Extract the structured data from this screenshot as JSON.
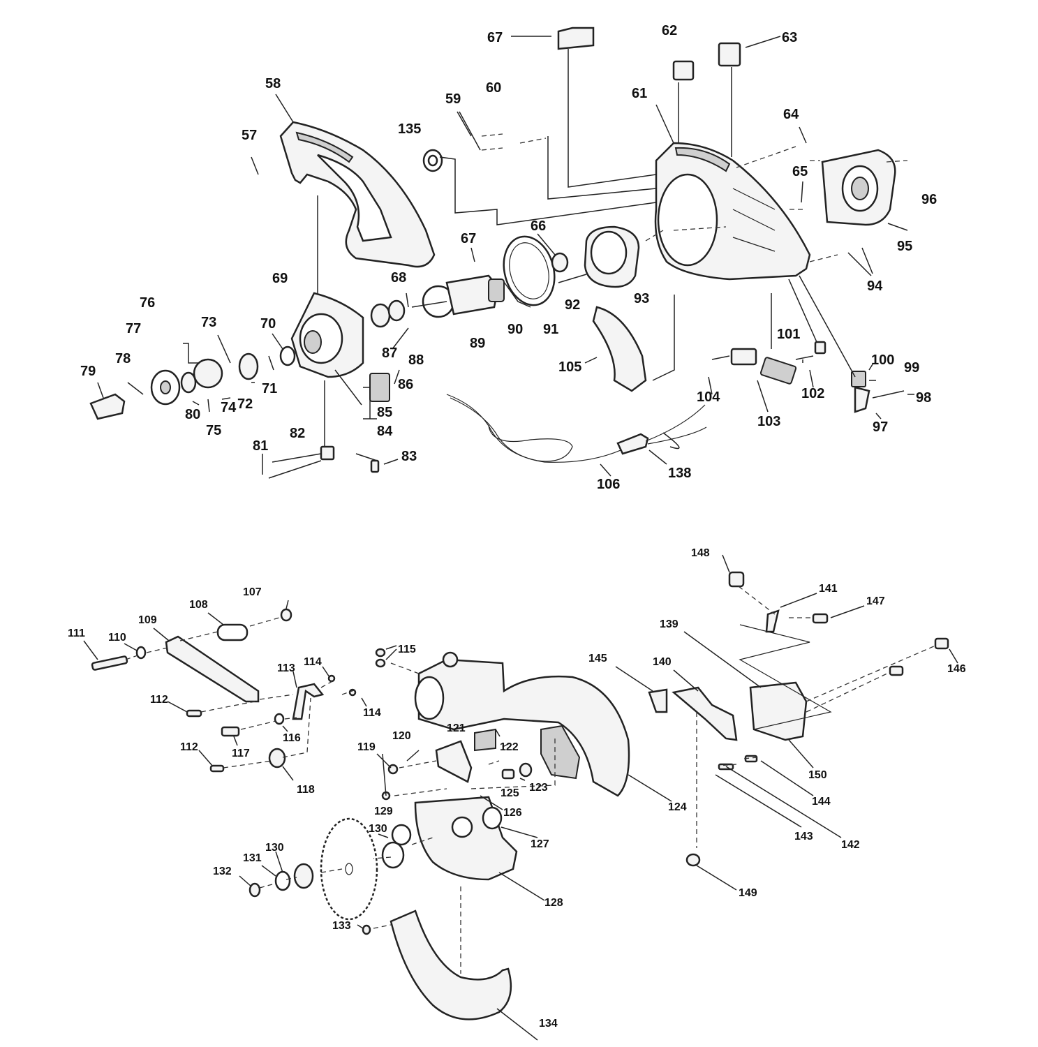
{
  "part_numbers_upper": [
    "57",
    "58",
    "59",
    "60",
    "61",
    "62",
    "63",
    "64",
    "65",
    "66",
    "67",
    "67",
    "68",
    "69",
    "70",
    "71",
    "72",
    "73",
    "74",
    "75",
    "76",
    "77",
    "78",
    "79",
    "80",
    "81",
    "82",
    "83",
    "84",
    "85",
    "86",
    "87",
    "88",
    "89",
    "90",
    "91",
    "92",
    "93",
    "94",
    "95",
    "96",
    "97",
    "98",
    "99",
    "100",
    "101",
    "102",
    "103",
    "104",
    "105",
    "106",
    "135",
    "138"
  ],
  "part_numbers_lower": [
    "107",
    "108",
    "109",
    "110",
    "111",
    "112",
    "112",
    "113",
    "114",
    "114",
    "115",
    "116",
    "117",
    "118",
    "119",
    "120",
    "121",
    "122",
    "123",
    "124",
    "125",
    "126",
    "127",
    "128",
    "129",
    "130",
    "130",
    "131",
    "132",
    "133",
    "134",
    "139",
    "140",
    "141",
    "142",
    "143",
    "144",
    "145",
    "146",
    "147",
    "148",
    "149",
    "150"
  ]
}
